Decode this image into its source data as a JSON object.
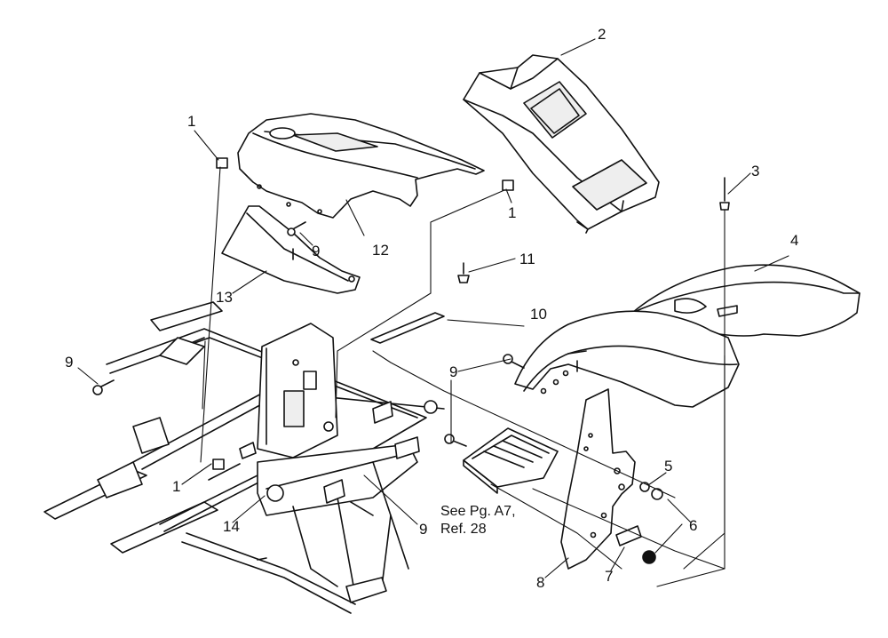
{
  "callouts": {
    "c1_top": "1",
    "c1_mid": "1",
    "c1_low": "1",
    "c2": "2",
    "c3": "3",
    "c4": "4",
    "c5": "5",
    "c6": "6",
    "c7": "7",
    "c8": "8",
    "c9_top": "9",
    "c9_left": "9",
    "c9_right": "9",
    "c9_low": "9",
    "c10": "10",
    "c11": "11",
    "c12": "12",
    "c13": "13",
    "c14": "14"
  },
  "note": {
    "line1": "See Pg. A7,",
    "line2": "Ref. 28"
  }
}
